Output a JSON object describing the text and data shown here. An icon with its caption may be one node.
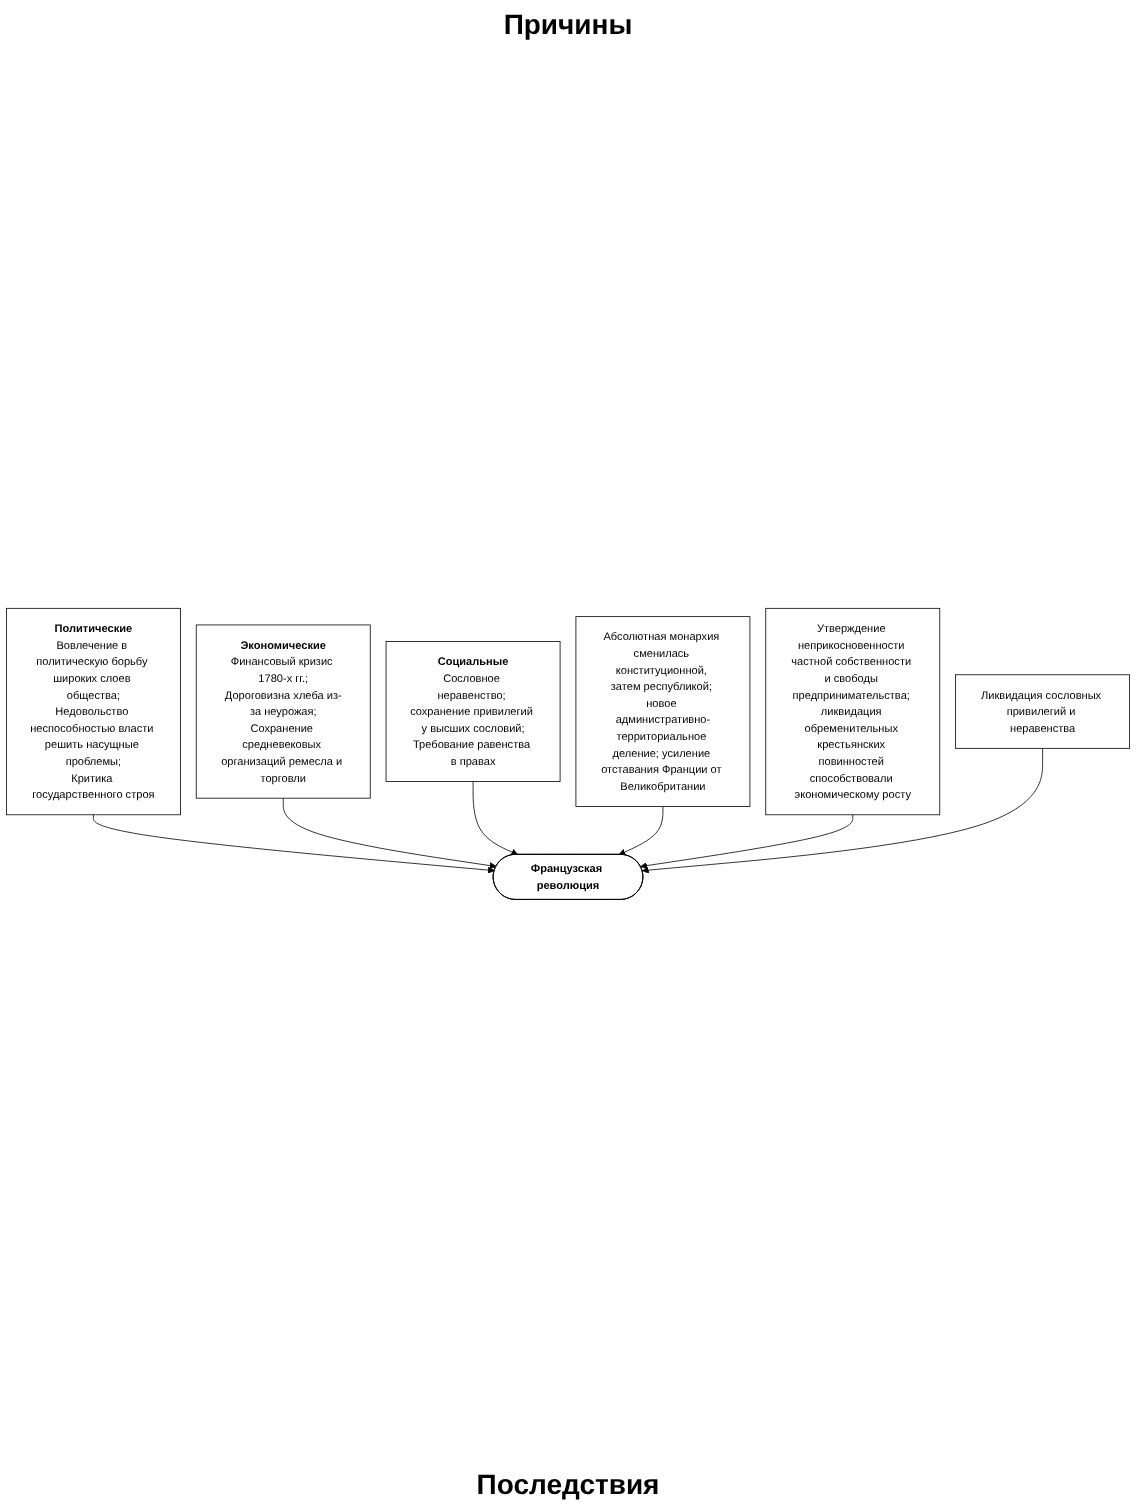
{
  "diagram": {
    "title": "Причины",
    "nodes": [
      {
        "text": [
          "Политические",
          "Вовлечение в политическую борьбу широких слоев общества;",
          "Недовольство неспособностью власти решить насущные проблемы;",
          "Критика государственного строя"
        ]
      },
      {
        "text": [
          "Экономические",
          "Финансовый кризис 1780-х гг.;",
          "Дороговизна хлеба из-за неурожая;",
          "Сохранение средневековых организаций ремесла и торговли"
        ]
      },
      {
        "text": [
          "Социальные",
          "Сословное неравенство; сохранение привилегий у высших сословий;",
          "Требование равенства в правах"
        ]
      },
      {
        "text": [
          "Французская революция"
        ]
      },
      {
        "text": [
          "Абсолютная монархия сменилась конституционной, затем республикой; новое административно-территориальное деление; усиление отставания Франции от Великобритании"
        ]
      },
      {
        "text": [
          "Утверждение неприкосновенности частной собственности и свободы предпринимательства; ликвидация обременительных крестьянских повинностей способствовали экономическому росту"
        ]
      },
      {
        "text": [
          "Ликвидация сословных привилегий и неравенства"
        ]
      }
    ],
    "edges": [
      {
        "from": 0,
        "to": 3,
        "arrow": "to"
      },
      {
        "from": 1,
        "to": 3,
        "arrow": "to"
      },
      {
        "from": 2,
        "to": 3,
        "arrow": "to"
      },
      {
        "from": 4,
        "to": 3,
        "arrow": "to"
      },
      {
        "from": 5,
        "to": 3,
        "arrow": "to"
      },
      {
        "from": 6,
        "to": 3,
        "arrow": "to"
      }
    ],
    "labels": [
      "Последствия"
    ]
  }
}
